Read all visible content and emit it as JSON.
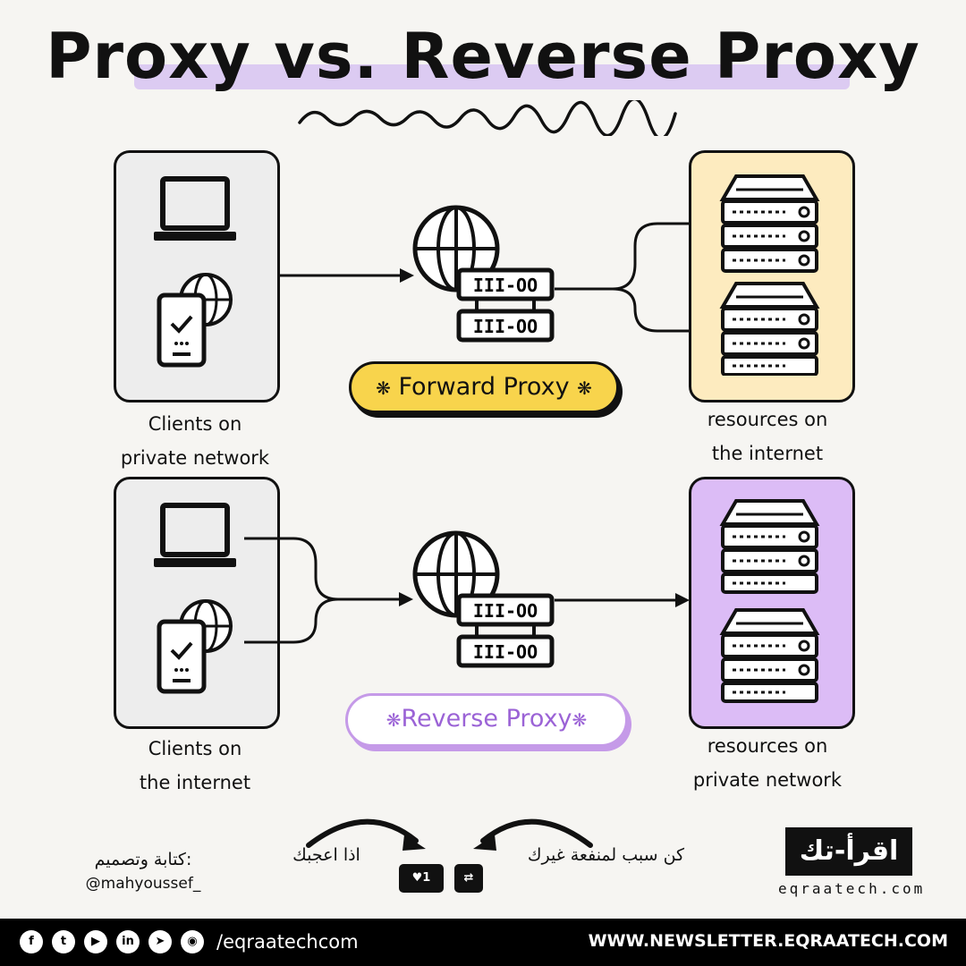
{
  "title": "Proxy vs. Reverse Proxy",
  "forward": {
    "clients_label_1": "Clients on",
    "clients_label_2": "private network",
    "pill": "Forward Proxy",
    "resources_label_1": "resources on",
    "resources_label_2": "the internet"
  },
  "reverse": {
    "clients_label_1": "Clients on",
    "clients_label_2": "the internet",
    "pill": "Reverse Proxy",
    "resources_label_1": "resources on",
    "resources_label_2": "private network"
  },
  "server_text": "III-OO",
  "author": {
    "label": "كتابة وتصميم:",
    "handle": "@mahyoussef_"
  },
  "cta": {
    "like_text": "اذا اعجبك",
    "share_text": "كن سبب لمنفعة غيرك",
    "like_count": "1"
  },
  "brand": {
    "logo_text": "اقرأ-تك",
    "url": "eqraatech.com"
  },
  "footer": {
    "handle": "/eqraatechcom",
    "newsletter": "WWW.NEWSLETTER.EQRAATECH.COM",
    "social_icons": [
      "facebook-icon",
      "twitter-icon",
      "youtube-icon",
      "linkedin-icon",
      "telegram-icon",
      "github-icon"
    ]
  },
  "colors": {
    "yellow": "#f8d44c",
    "purple_text": "#9b63d6",
    "purple_box": "#dcbcf6",
    "yellow_box": "#fdebbf"
  }
}
